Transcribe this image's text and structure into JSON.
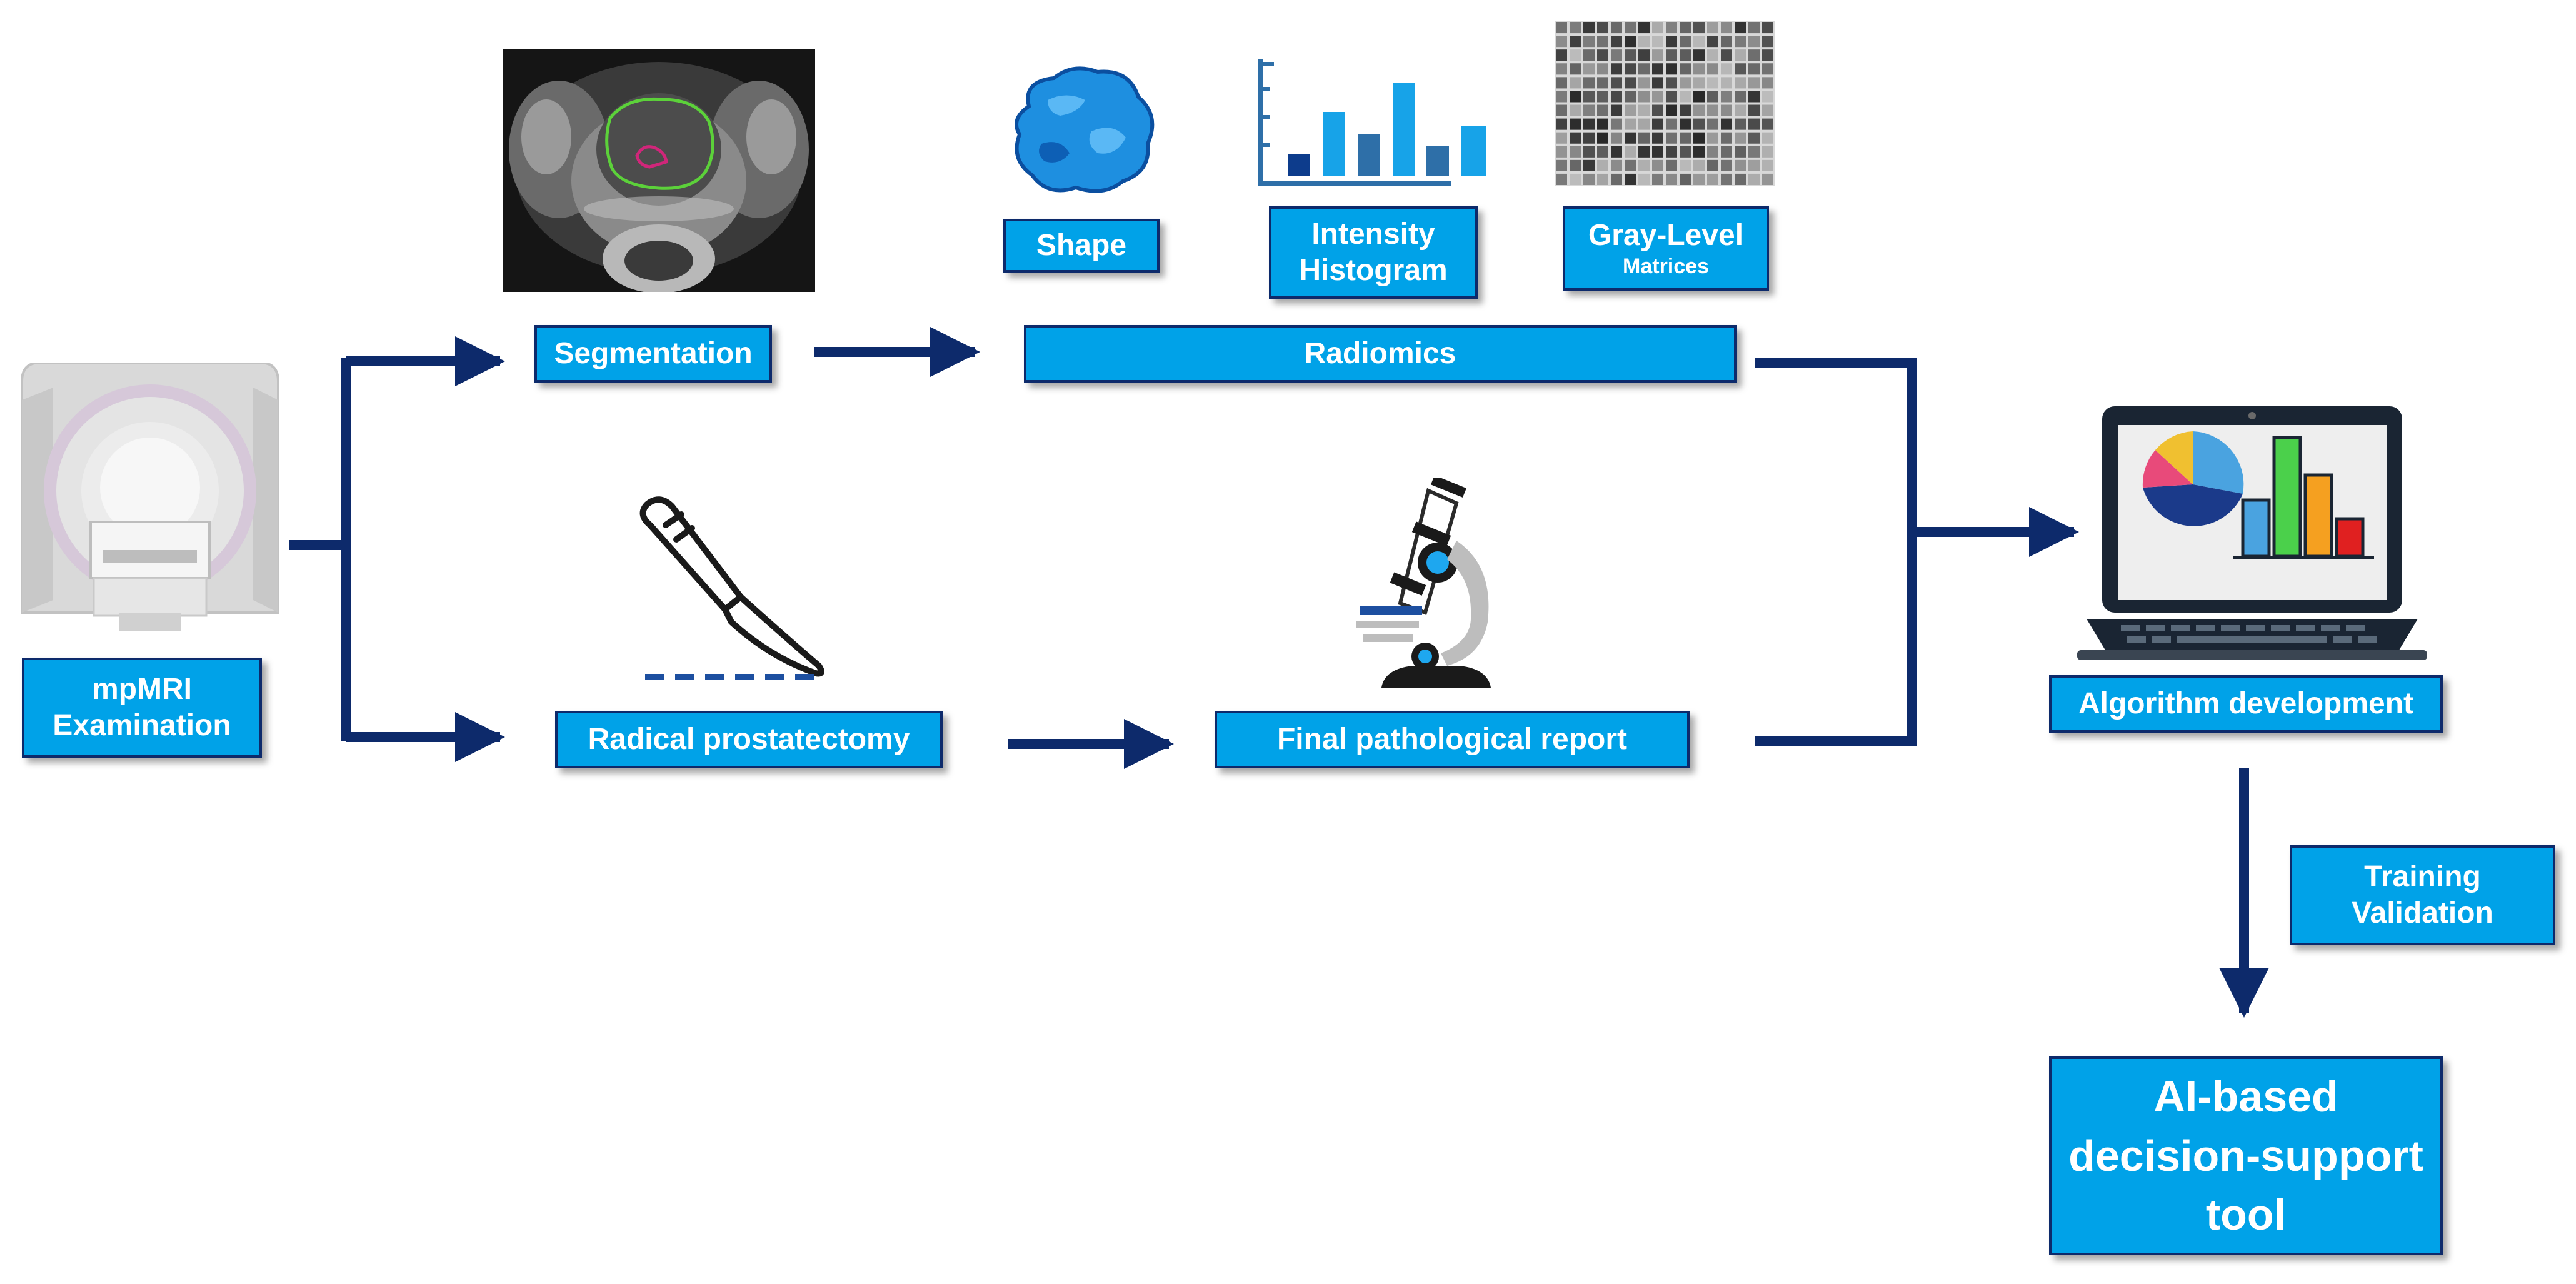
{
  "nodes": {
    "mpmri": {
      "line1": "mpMRI",
      "line2": "Examination"
    },
    "segmentation": {
      "label": "Segmentation"
    },
    "radiomics": {
      "label": "Radiomics"
    },
    "shape": {
      "label": "Shape"
    },
    "intensity": {
      "line1": "Intensity",
      "line2": "Histogram"
    },
    "gray_level": {
      "line1": "Gray-Level",
      "line2": "Matrices"
    },
    "prostatectomy": {
      "label": "Radical prostatectomy"
    },
    "pathology": {
      "label": "Final pathological report"
    },
    "algorithm": {
      "label": "Algorithm development"
    },
    "training": {
      "line1": "Training",
      "line2": "Validation"
    },
    "ai_tool": {
      "line1": "AI-based",
      "line2": "decision-support",
      "line3": "tool"
    }
  },
  "colors": {
    "box_fill": "#00a2e8",
    "box_border": "#0d2a6b",
    "arrow": "#0d2a6b",
    "text": "#ffffff"
  },
  "icons": [
    "mri-scanner-icon",
    "mri-segmentation-image",
    "tumor-shape-icon",
    "histogram-icon",
    "gray-level-matrix-icon",
    "scalpel-icon",
    "microscope-icon",
    "laptop-chart-icon"
  ]
}
